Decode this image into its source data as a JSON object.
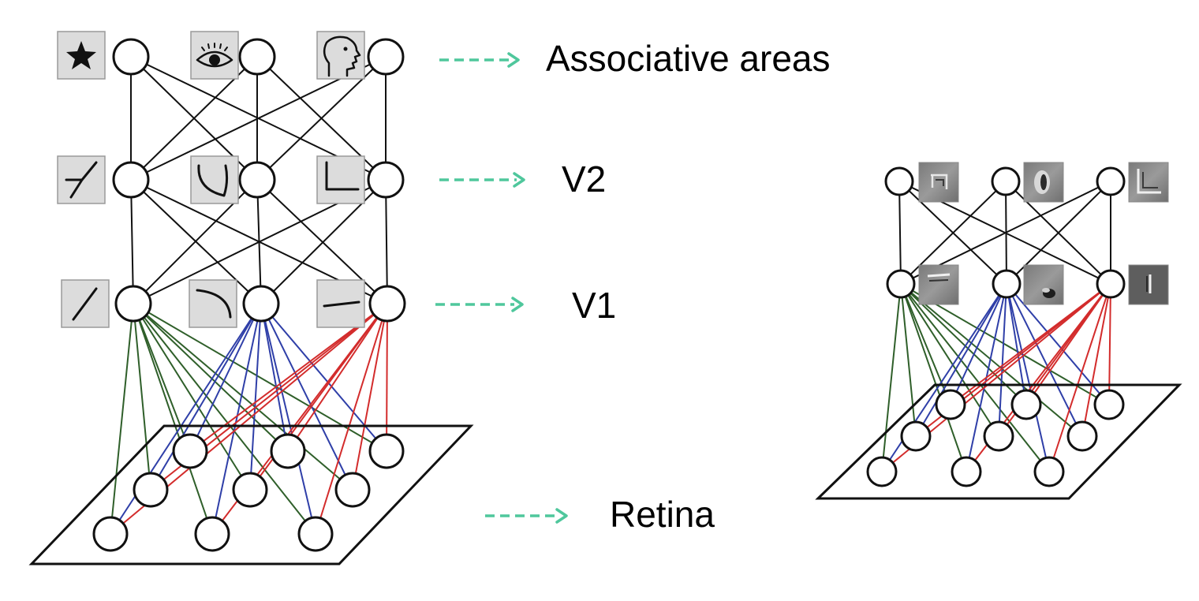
{
  "labels": {
    "associative": "Associative areas",
    "v2": "V2",
    "v1": "V1",
    "retina": "Retina"
  },
  "colors": {
    "green": "#2f5f2a",
    "blue": "#2f3fa8",
    "red": "#d32c2c",
    "black": "#111111",
    "arrow": "#4fc79c"
  },
  "icons": {
    "associative_left": [
      "star-icon",
      "eye-icon",
      "face-profile-icon"
    ],
    "v2_left": [
      "t-junction-icon",
      "curve-icon",
      "corner-icon"
    ],
    "v1_left": [
      "diagonal-line-icon",
      "arc-icon",
      "horizontal-line-icon"
    ],
    "v2_right": [
      "learned-filter-square-icon",
      "learned-filter-blob-icon",
      "learned-filter-corner-icon"
    ],
    "v1_right": [
      "learned-filter-edge-icon",
      "learned-filter-spot-icon",
      "learned-filter-bar-icon"
    ]
  }
}
